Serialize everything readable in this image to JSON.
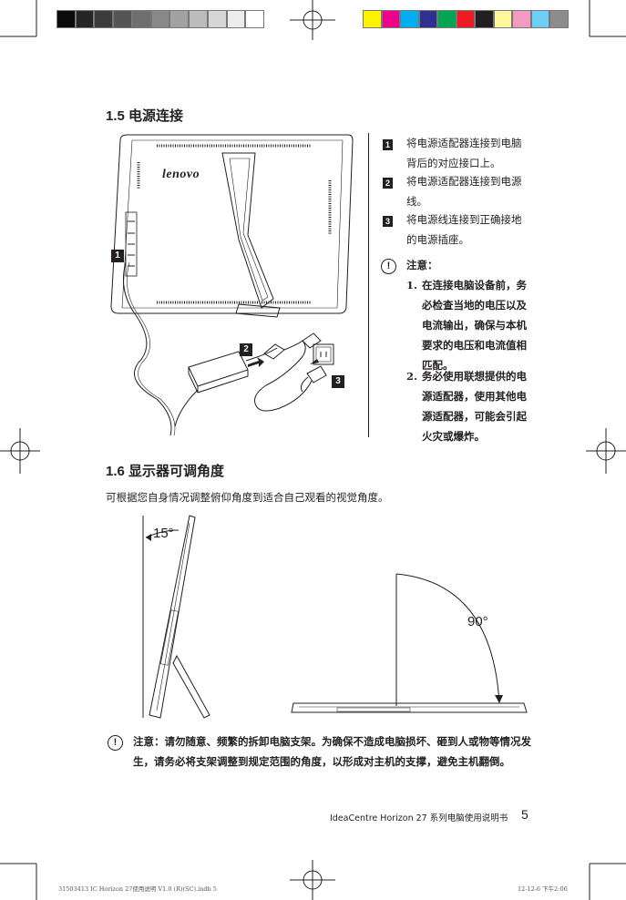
{
  "colors": {
    "gray_scale": [
      "#0b0b0b",
      "#262626",
      "#3c3c3c",
      "#555555",
      "#6e6e6e",
      "#888888",
      "#a2a2a2",
      "#bcbcbc",
      "#d6d6d6",
      "#ececec",
      "#ffffff"
    ],
    "process": [
      "#fff200",
      "#ec008c",
      "#00aeef",
      "#2e3192",
      "#00a651",
      "#ed1c24",
      "#231f20",
      "#fff799",
      "#f49ac1",
      "#6dcff6",
      "#8c8c8c"
    ]
  },
  "section15": {
    "title": "1.5  电源连接",
    "callouts": [
      "1",
      "2",
      "3"
    ],
    "steps": [
      {
        "num": "1",
        "text": "将电源适配器连接到电脑背后的对应接口上。"
      },
      {
        "num": "2",
        "text": "将电源适配器连接到电源线。"
      },
      {
        "num": "3",
        "text": "将电源线连接到正确接地的电源插座。"
      }
    ],
    "note_label": "注意：",
    "notes": [
      {
        "num": "1.",
        "text": "在连接电脑设备前，务必检查当地的电压以及电流输出，确保与本机要求的电压和电流值相匹配。"
      },
      {
        "num": "2.",
        "text": "务必使用联想提供的电源适配器，使用其他电源适配器，可能会引起火灾或爆炸。"
      }
    ],
    "brand": "lenovo"
  },
  "section16": {
    "title": "1.6  显示器可调角度",
    "intro": "可根据您自身情况调整俯仰角度到适合自己观看的视觉角度。",
    "angle_tilt": "15°",
    "angle_flat": "90°",
    "warning": "注意：请勿随意、频繁的拆卸电脑支架。为确保不造成电脑损坏、砸到人或物等情况发生，请务必将支架调整到规定范围的角度，以形成对主机的支撑，避免主机翻倒。"
  },
  "footer": {
    "manual": "IdeaCentre Horizon 27 系列电脑使用说明书",
    "page": "5"
  },
  "slug": {
    "file": "31503413 IC Horizon 27使用说明 V1.0 (R)(SC).indb   5",
    "date": "12-12-6   下午2:06"
  }
}
